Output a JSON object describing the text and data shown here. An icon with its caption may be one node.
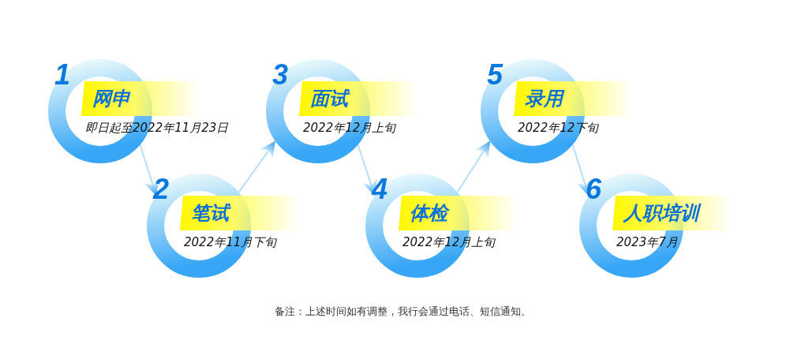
{
  "diagram": {
    "nodes": [
      {
        "text": [
          "1",
          "网申",
          "即日起至2022年11月23日"
        ]
      },
      {
        "text": [
          "2",
          "笔试",
          "2022年11月下旬"
        ]
      },
      {
        "text": [
          "3",
          "面试",
          "2022年12月上旬"
        ]
      },
      {
        "text": [
          "4",
          "体检",
          "2022年12月上旬"
        ]
      },
      {
        "text": [
          "5",
          "录用",
          "2022年12下旬"
        ]
      },
      {
        "text": [
          "6",
          "人职培训",
          "2023年7月"
        ]
      }
    ],
    "edges": [
      {
        "from": 0,
        "to": 1,
        "arrow": "to"
      },
      {
        "from": 1,
        "to": 2,
        "arrow": "to"
      },
      {
        "from": 2,
        "to": 3,
        "arrow": "to"
      },
      {
        "from": 3,
        "to": 4,
        "arrow": "to"
      },
      {
        "from": 4,
        "to": 5,
        "arrow": "to"
      }
    ],
    "labels": [
      "备注：上述时间如有调整，我行会通过电话、短信通知。"
    ]
  }
}
